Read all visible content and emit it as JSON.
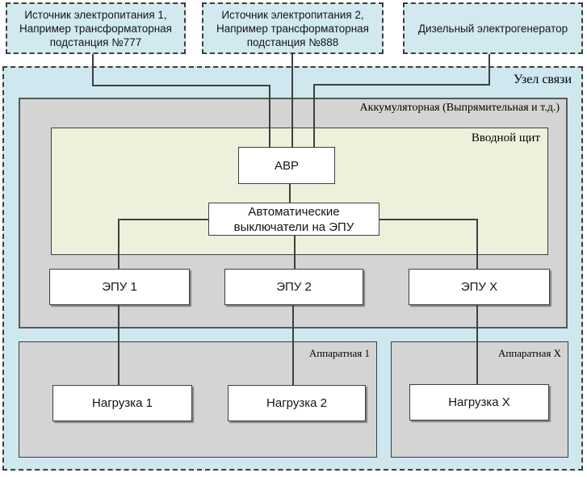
{
  "colors": {
    "source_fill": "#d2e9f0",
    "node_fill": "#cfe7ee",
    "room_fill": "#d4d4d4",
    "panel_fill": "#eef0dc",
    "box_fill": "#ffffff",
    "line": "#3f3f3f"
  },
  "sources": [
    {
      "label": "Источник электропитания 1,\nНапример трансформаторная\nподстанция №777"
    },
    {
      "label": "Источник электропитания 2,\nНапример трансформаторная\nподстанция №888"
    },
    {
      "label": "Дизельный электрогенератор"
    }
  ],
  "communication_node": {
    "label": "Узел связи",
    "battery_room": {
      "label": "Аккумуляторная (Выпрямительная и т.д.)",
      "input_panel": {
        "label": "Вводной щит",
        "avr_label": "АВР",
        "breakers_label": "Автоматические выключатели на ЭПУ"
      },
      "epu_units": [
        {
          "label": "ЭПУ 1"
        },
        {
          "label": "ЭПУ 2"
        },
        {
          "label": "ЭПУ X"
        }
      ]
    },
    "hardware_rooms": [
      {
        "label": "Аппаратная 1",
        "loads": [
          {
            "label": "Нагрузка 1"
          },
          {
            "label": "Нагрузка 2"
          }
        ]
      },
      {
        "label": "Аппаратная X",
        "loads": [
          {
            "label": "Нагрузка X"
          }
        ]
      }
    ]
  }
}
